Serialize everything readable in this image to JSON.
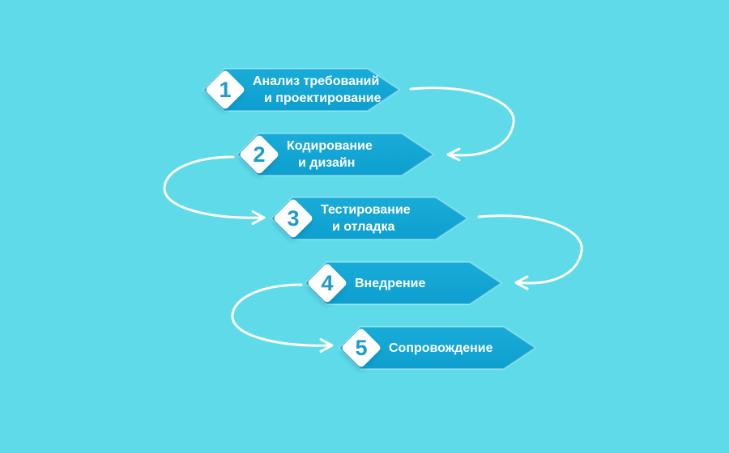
{
  "colors": {
    "background": "#5edae9",
    "banner": "#12a4d2",
    "number": "#1b9cc9",
    "label_text": "#ffffff",
    "connector": "#ffffff"
  },
  "steps": [
    {
      "number": "1",
      "lines": [
        "Анализ требований",
        "и проектирование"
      ]
    },
    {
      "number": "2",
      "lines": [
        "Кодирование",
        "и дизайн"
      ]
    },
    {
      "number": "3",
      "lines": [
        "Тестирование",
        "и отладка"
      ]
    },
    {
      "number": "4",
      "lines": [
        "Внедрение"
      ]
    },
    {
      "number": "5",
      "lines": [
        "Сопровождение"
      ]
    }
  ],
  "flow": [
    {
      "from": "1",
      "to": "2",
      "side": "right"
    },
    {
      "from": "2",
      "to": "3",
      "side": "left"
    },
    {
      "from": "3",
      "to": "4",
      "side": "right"
    },
    {
      "from": "4",
      "to": "5",
      "side": "left"
    }
  ]
}
